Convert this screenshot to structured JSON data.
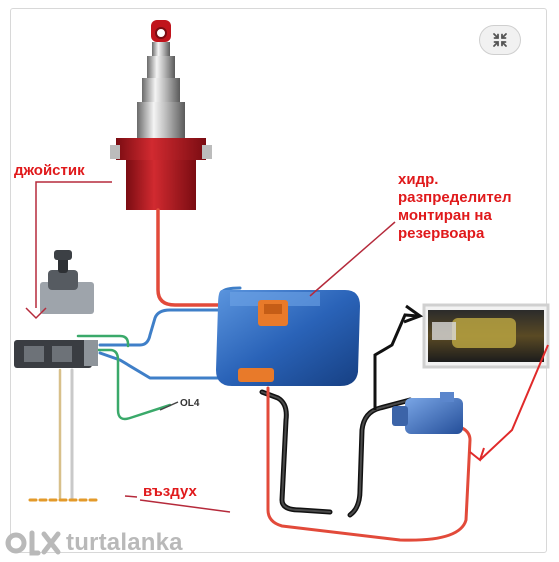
{
  "labels": {
    "joystick": "джойстик",
    "distributor_lines": [
      "хидр.",
      "разпределител",
      "монтиран на",
      "резервоара"
    ],
    "air": "въздух",
    "valve_marking": "OL4"
  },
  "watermark": {
    "brand": "OLX",
    "user": "turtalanka"
  },
  "colors": {
    "label_red": "#e0191b",
    "hose_red": "#e24a3a",
    "hose_blue": "#3f7fc8",
    "hose_green": "#3aa96a",
    "tank_blue": "#2f6fc8",
    "cylinder_red": "#b3131b",
    "pointer_black": "#111111"
  }
}
